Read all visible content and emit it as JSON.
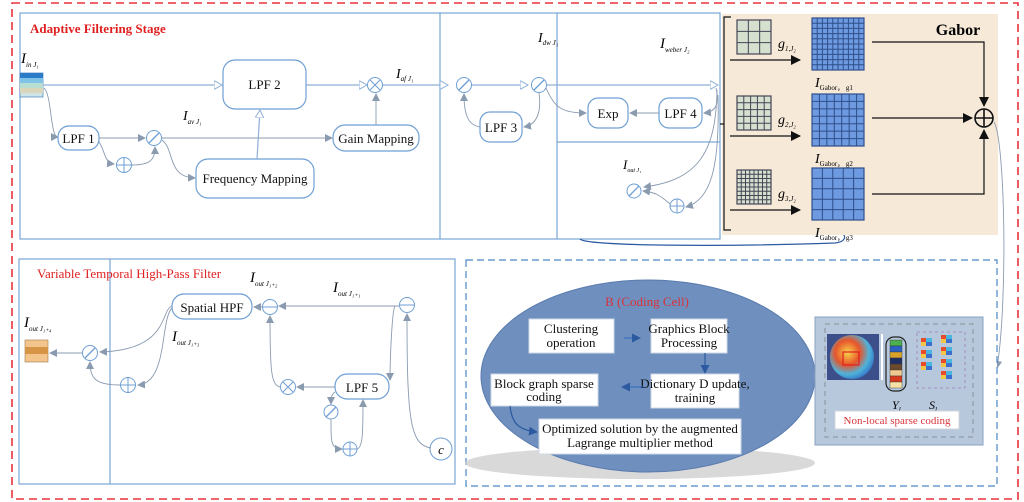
{
  "sections": {
    "adaptive": {
      "title": "Adaptive Filtering Stage",
      "blocks": {
        "lpf1": "LPF 1",
        "lpf2": "LPF 2",
        "lpf3": "LPF 3",
        "lpf4": "LPF 4",
        "exp": "Exp",
        "freq_mapping": "Frequency Mapping",
        "gain_mapping": "Gain Mapping"
      },
      "signals": {
        "in": {
          "base": "I",
          "sub": "in J₁"
        },
        "av": {
          "base": "I",
          "sub": "av J₁"
        },
        "af": {
          "base": "I",
          "sub": "af J₁"
        },
        "dw": {
          "base": "I",
          "sub": "dw J₁"
        },
        "weber": {
          "base": "I",
          "sub": "weber J₂"
        },
        "out": {
          "base": "I",
          "sub": "out J₁"
        }
      }
    },
    "gabor": {
      "title": "Gabor",
      "filters": [
        {
          "g": "g",
          "g_sub": "1,J₂",
          "out_base": "I",
          "out_sub": "Gabor， g1"
        },
        {
          "g": "g",
          "g_sub": "2,J₂",
          "out_base": "I",
          "out_sub": "Gabor， g2"
        },
        {
          "g": "g",
          "g_sub": "3,J₂",
          "out_base": "I",
          "out_sub": "Gabor， g3"
        }
      ],
      "sum_symbol": "⊕"
    },
    "temporal": {
      "title": "Variable Temporal High-Pass Filter",
      "blocks": {
        "spatial_hpf": "Spatial HPF",
        "lpf5": "LPF 5",
        "const": "c"
      },
      "signals": {
        "out1": {
          "base": "I",
          "sub": "out J₁₊₁"
        },
        "out2": {
          "base": "I",
          "sub": "out J₁₊₂"
        },
        "out3": {
          "base": "I",
          "sub": "out J₁₊₃"
        },
        "out4": {
          "base": "I",
          "sub": "out J₁₊₄"
        }
      }
    },
    "coding": {
      "title": "B (Coding Cell)",
      "steps": {
        "clustering": [
          "Clustering",
          "operation"
        ],
        "graphics": [
          "Graphics Block",
          "Processing"
        ],
        "dictionary": [
          "Dictionary D update,",
          "training"
        ],
        "block_sparse": [
          "Block graph sparse",
          "coding"
        ],
        "optimized": [
          "Optimized solution by the augmented",
          "Lagrange multiplier method"
        ]
      },
      "nonlocal": {
        "label": "Non-local sparse coding",
        "y_label": "Y",
        "y_sub": "l",
        "s_label": "S",
        "s_sub": "l"
      }
    }
  },
  "colors": {
    "red_dash": "#e8343c",
    "blue_line": "#6f9fd4",
    "arrow_gray": "#8a9bb0",
    "gabor_bg": "#f6e9d8",
    "ellipse": "#6f8fbf",
    "nonlocal_bg": "#b7c8dc"
  }
}
